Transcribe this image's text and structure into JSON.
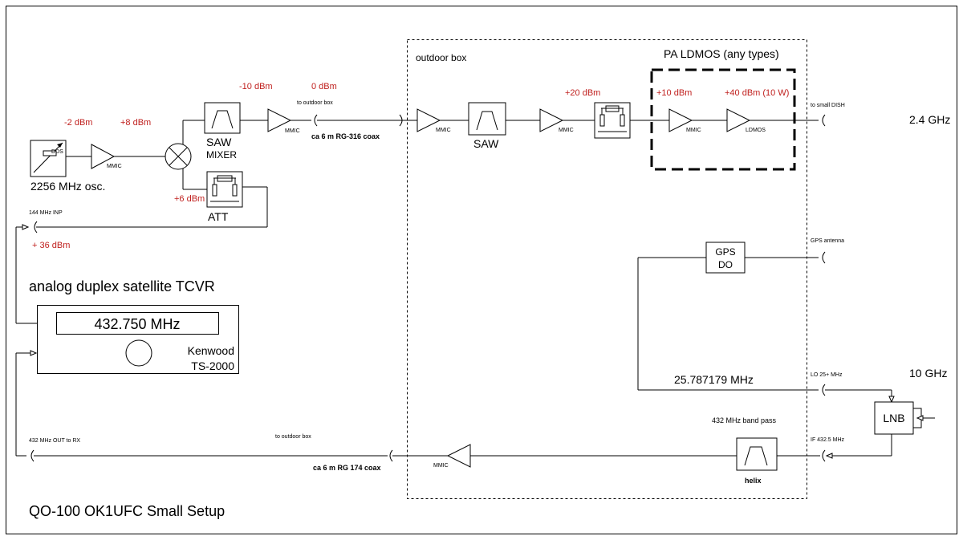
{
  "title": "QO-100 OK1UFC Small Setup",
  "outdoor_box": "outdoor box",
  "pa_ldmos": "PA LDMOS (any types)",
  "freq_24": "2.4 GHz",
  "freq_10": "10 GHz",
  "tcvr_title": "analog duplex satellite TCVR",
  "display_freq": "432.750 MHz",
  "kenwood": "Kenwood",
  "model": "TS-2000",
  "osc": "2256 MHz osc.",
  "dds": "DDS",
  "mixer": "MIXER",
  "saw": "SAW",
  "att": "ATT",
  "mmic": "MMIC",
  "ldmos": "LDMOS",
  "gps": "GPS",
  "do": "DO",
  "lnb": "LNB",
  "helix": "helix",
  "band_pass": "432 MHz band pass",
  "lo_freq": "25.787179 MHz",
  "coax_316": "ca 6 m RG-316 coax",
  "coax_174": "ca 6 m RG 174 coax",
  "to_outdoor_box": "to outdoor box",
  "to_small_dish": "to small DISH",
  "gps_antenna": "GPS antenna",
  "lo_25": "LO 25+ MHz",
  "if_4325": "IF 432.5 MHz",
  "inp_144": "144 MHz INP",
  "out_432": "432 MHz OUT to RX",
  "levels": {
    "m2": "-2 dBm",
    "p8": "+8 dBm",
    "m10": "-10 dBm",
    "z0": "0 dBm",
    "p6": "+6 dBm",
    "p36": "+ 36 dBm",
    "p20": "+20 dBm",
    "p10": "+10 dBm",
    "p40": "+40 dBm (10 W)"
  }
}
